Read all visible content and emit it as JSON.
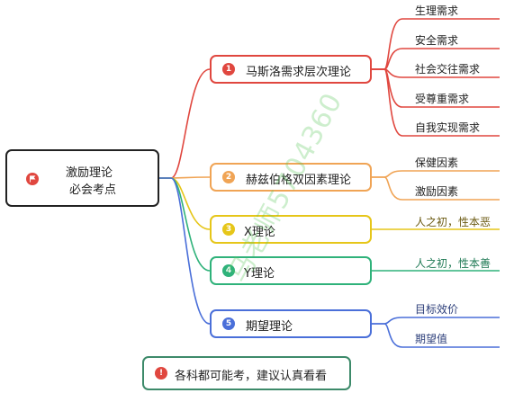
{
  "root": {
    "line1": "激励理论",
    "line2": "必会考点",
    "color": "#e0473f"
  },
  "branches": [
    {
      "num": "1",
      "label": "马斯洛需求层次理论",
      "color": "#e0473f",
      "children": [
        "生理需求",
        "安全需求",
        "社会交往需求",
        "受尊重需求",
        "自我实现需求"
      ]
    },
    {
      "num": "2",
      "label": "赫兹伯格双因素理论",
      "color": "#f0a455",
      "children": [
        "保健因素",
        "激励因素"
      ]
    },
    {
      "num": "3",
      "label": "X理论",
      "color": "#e6c619",
      "children": [
        "人之初，性本恶"
      ]
    },
    {
      "num": "4",
      "label": "Y理论",
      "color": "#2fb27a",
      "children": [
        "人之初，性本善"
      ]
    },
    {
      "num": "5",
      "label": "期望理论",
      "color": "#4a6fd9",
      "children": [
        "目标效价",
        "期望值"
      ]
    }
  ],
  "note": {
    "text": "各科都可能考，建议认真看看",
    "color": "#3d8a6a",
    "icon_color": "#e0473f"
  },
  "watermark": "马老师5704360"
}
